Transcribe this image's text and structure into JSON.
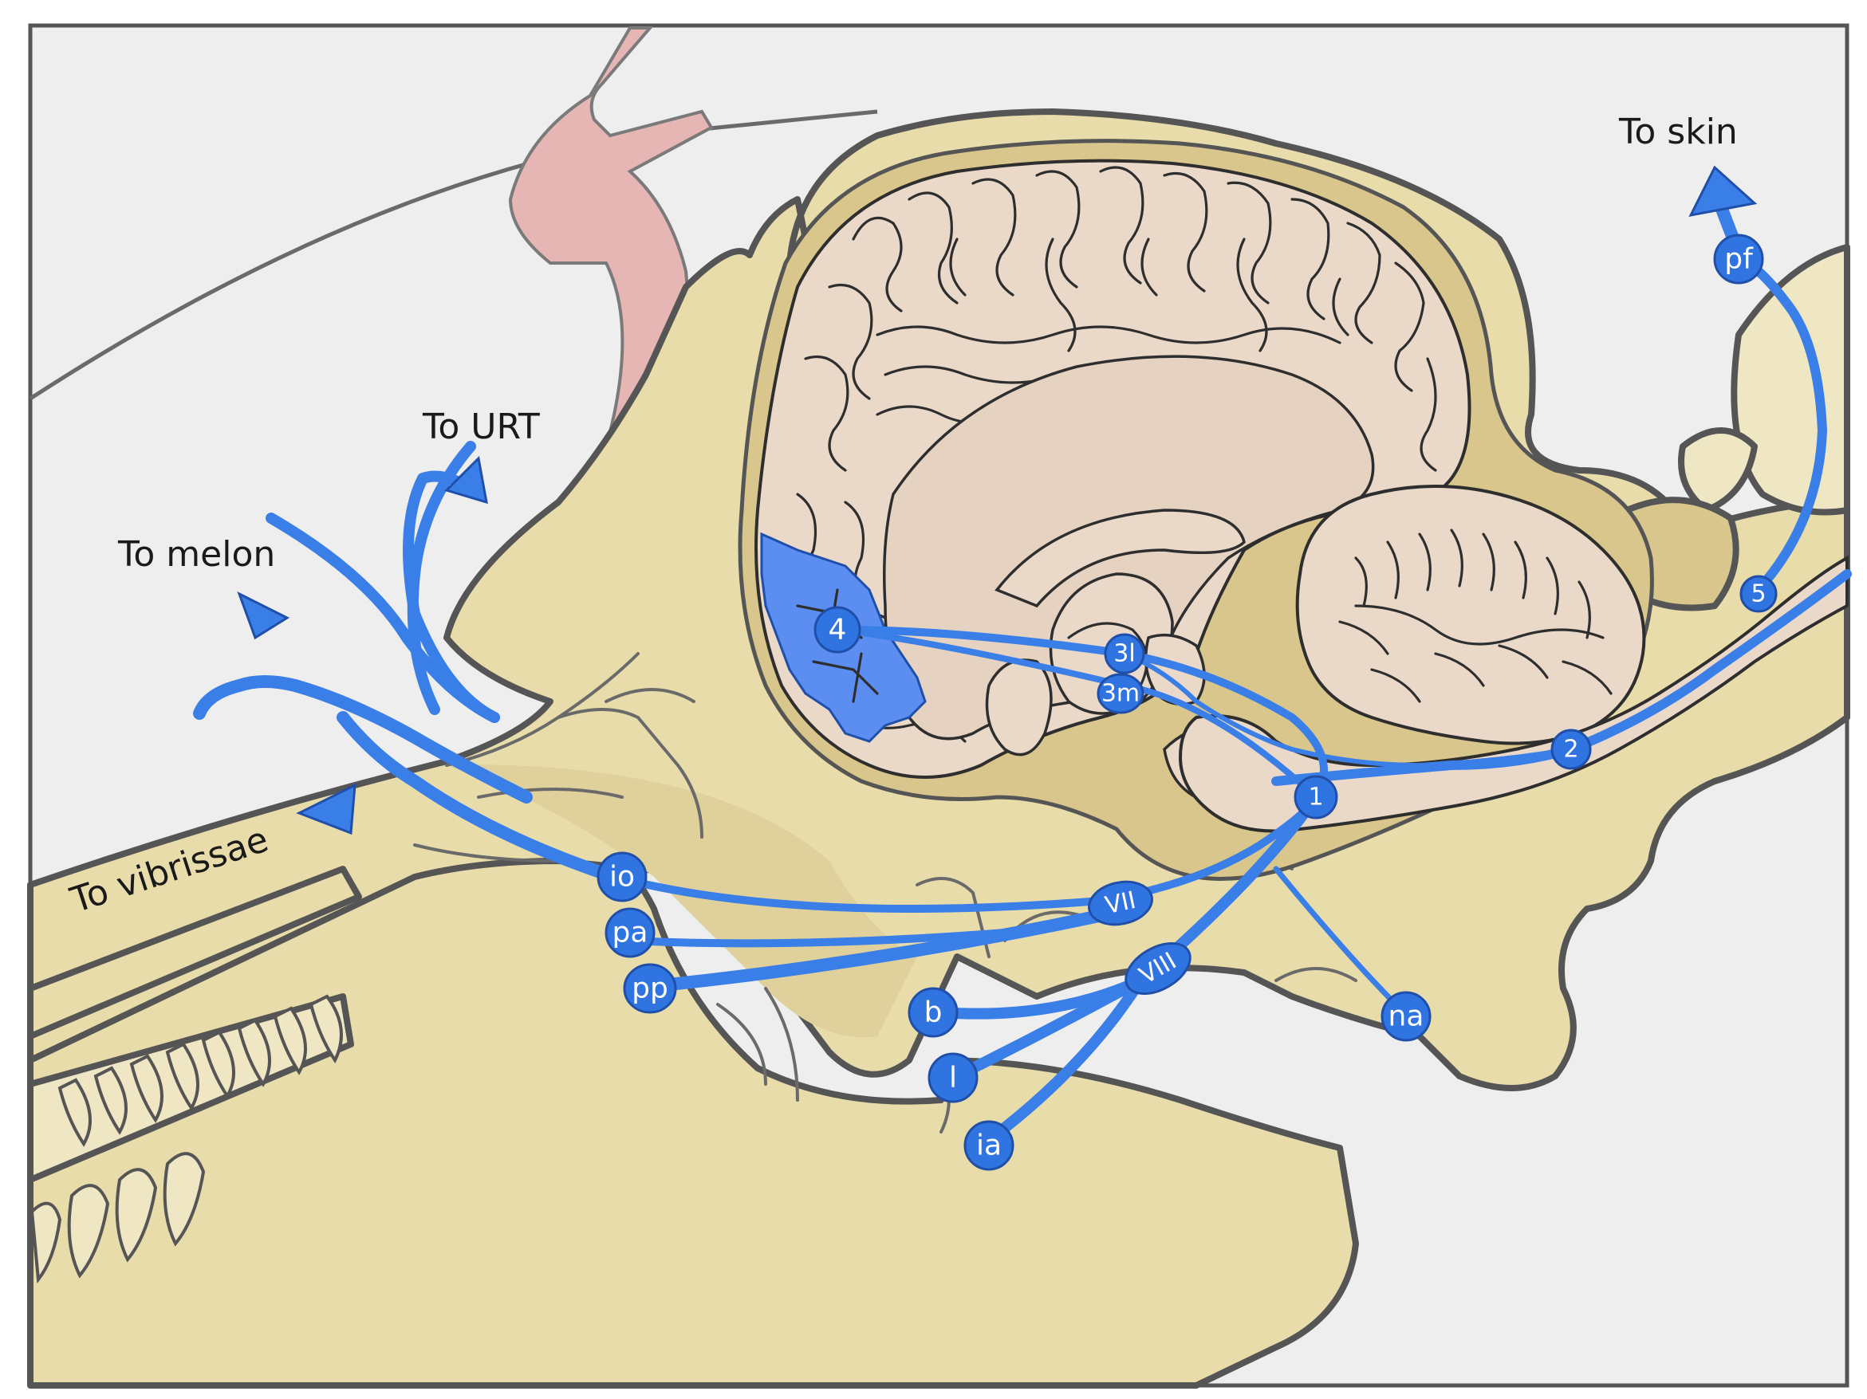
{
  "labels": {
    "to_skin": "To skin",
    "to_urt": "To URT",
    "to_melon": "To melon",
    "to_vibrissae": "To vibrissae"
  },
  "nodes": {
    "pf": "pf",
    "n5": "5",
    "n4": "4",
    "n3l": "3l",
    "n3m": "3m",
    "n2": "2",
    "n1": "1",
    "io": "io",
    "vii": "VII",
    "pa": "pa",
    "pp": "pp",
    "viii": "VIII",
    "b": "b",
    "l": "l",
    "na": "na",
    "ia": "ia"
  },
  "colors": {
    "background": "#eeeeee",
    "bone": "#e8dcaa",
    "bone_shadow": "#d8c68c",
    "brain": "#ead9c8",
    "nerve": "#3a7ee8",
    "node": "#2f74e0",
    "highlight_region": "#5b8ef0",
    "pink_structure": "#e6b6b4",
    "outline": "#555555"
  }
}
